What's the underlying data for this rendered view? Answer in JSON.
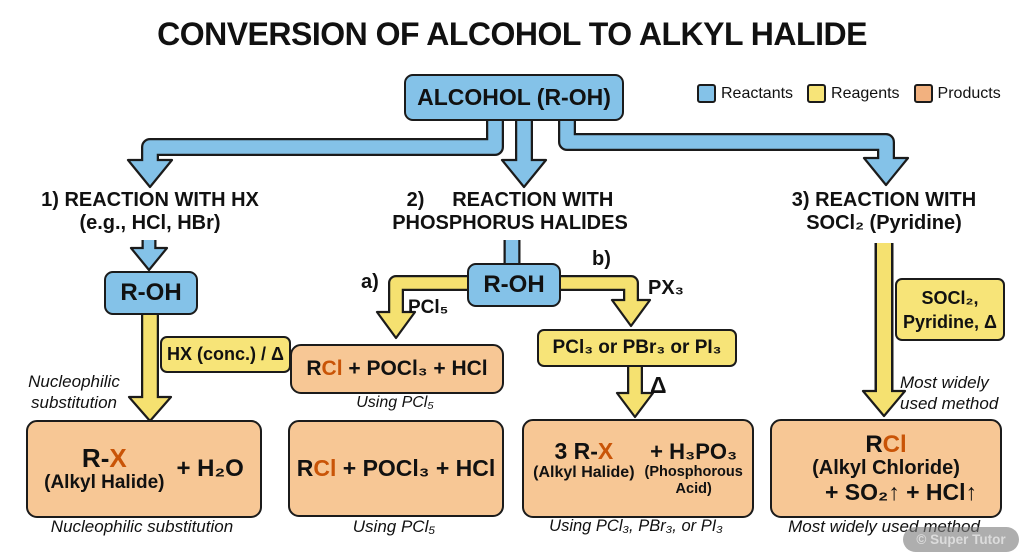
{
  "title": "CONVERSION OF ALCOHOL TO ALKYL HALIDE",
  "root": {
    "label": "ALCOHOL (R-OH)"
  },
  "legend": {
    "items": [
      {
        "label": "Reactants",
        "color": "#84C2E8"
      },
      {
        "label": "Reagents",
        "color": "#F7E478"
      },
      {
        "label": "Products",
        "color": "#F2B17F"
      }
    ]
  },
  "branch1": {
    "heading": "1) REACTION WITH HX\n(e.g., HCl, HBr)",
    "reactant": "R-OH",
    "reagent": "HX (conc.) / Δ",
    "note": "Nucleophilic\nsubstitution",
    "product": {
      "prefix": "R-",
      "accent": "X",
      "sub": "(Alkyl Halide)",
      "byproduct": "+ H₂O"
    },
    "caption": "Nucleophilic substitution"
  },
  "branch2": {
    "heading": "2)     REACTION WITH\nPHOSPHORUS HALIDES",
    "reactant": "R-OH",
    "path_a": {
      "label": "a)",
      "reagent": "PCl₅",
      "product": {
        "prefix": "R",
        "accent": "Cl",
        "rest": " + POCl₃ + HCl"
      },
      "caption": "Using PCl₅"
    },
    "path_b": {
      "label": "b)",
      "reagent_label": "PX₃",
      "reagent_box": "PCl₃ or PBr₃ or PI₃",
      "delta": "Δ",
      "product": {
        "prefix": "3 R-",
        "accent": "X",
        "sub": "(Alkyl Halide)",
        "byproduct": "+ H₃PO₃",
        "byproduct_sub": "(Phosphorous\nAcid)"
      },
      "caption": "Using PCl₃, PBr₃, or PI₃"
    }
  },
  "branch3": {
    "heading": "3) REACTION WITH\nSOCl₂ (Pyridine)",
    "reagent": "SOCl₂,\nPyridine, Δ",
    "note": "Most widely\nused method",
    "product": {
      "prefix": "R",
      "accent": "Cl",
      "sub": "(Alkyl Chloride)",
      "byproducts": "+ SO₂↑ + HCl↑"
    },
    "caption": "Most widely used method"
  },
  "watermark": "© Super Tutor",
  "colors": {
    "reactant_fill": "#84C2E8",
    "reagent_fill": "#F7E478",
    "product_fill": "#F7C795",
    "accent_text": "#C95407",
    "outline": "#1b1b1b"
  }
}
